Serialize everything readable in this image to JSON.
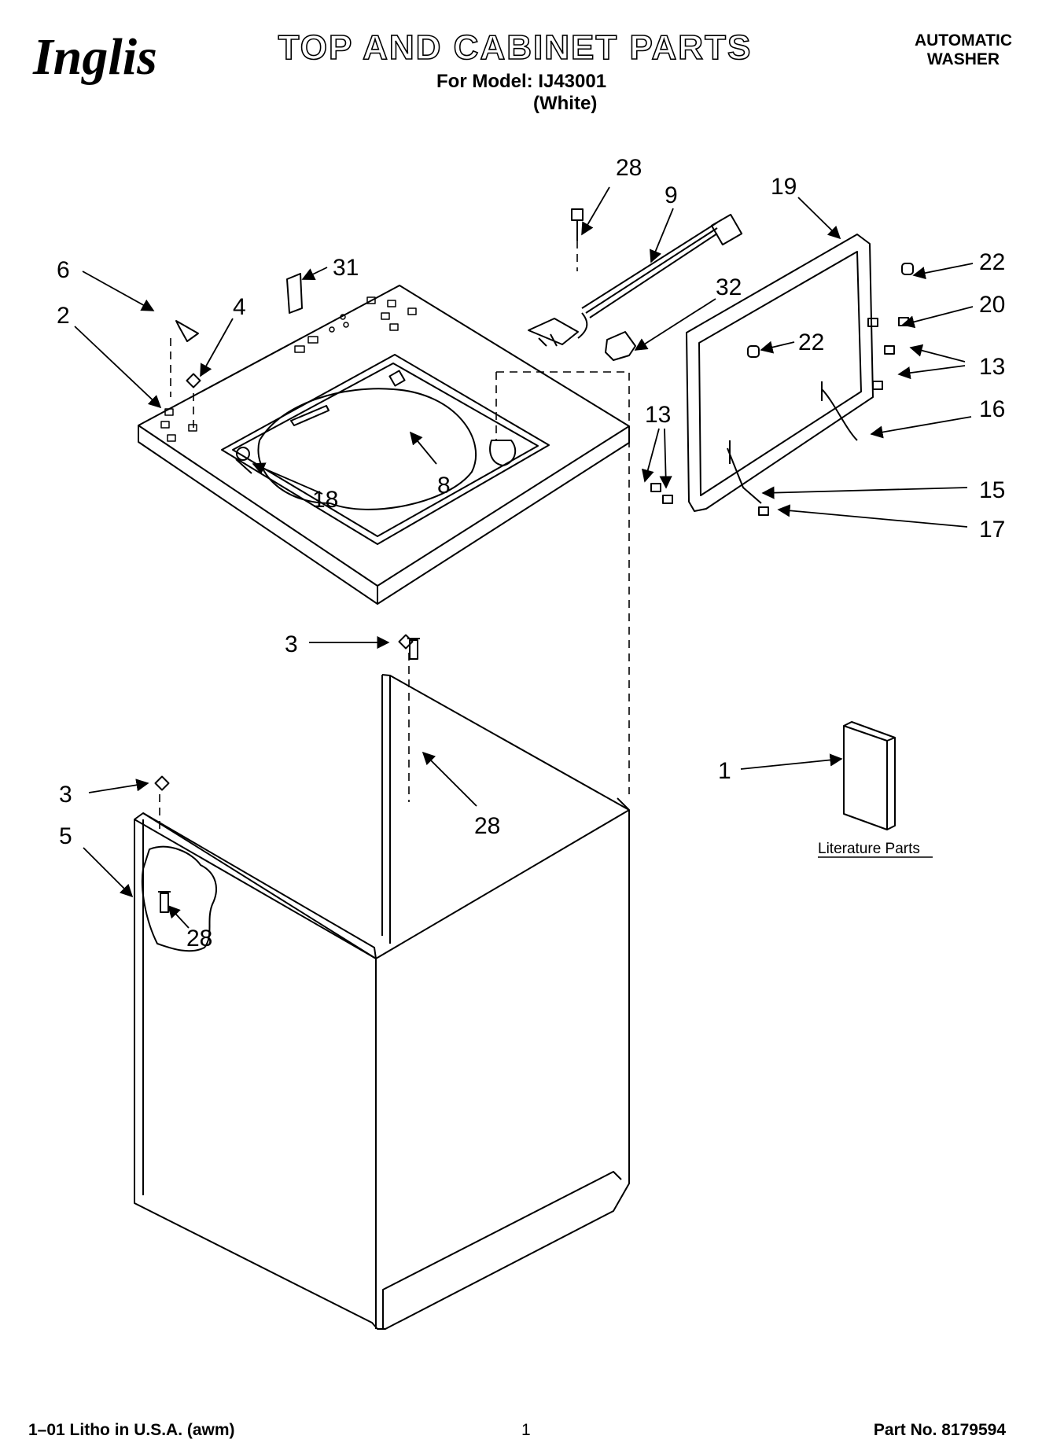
{
  "header": {
    "brand": "Inglis",
    "title": "TOP AND CABINET PARTS",
    "model_line": "For Model: IJ43001",
    "color_line": "(White)",
    "product_line1": "AUTOMATIC",
    "product_line2": "WASHER"
  },
  "callouts": {
    "c28_top": "28",
    "c9": "9",
    "c19": "19",
    "c22_right": "22",
    "c20": "20",
    "c13_right": "13",
    "c16": "16",
    "c15": "15",
    "c17": "17",
    "c13_left": "13",
    "c22_mid": "22",
    "c32": "32",
    "c31": "31",
    "c6": "6",
    "c4": "4",
    "c2": "2",
    "c18": "18",
    "c8": "8",
    "c3_top": "3",
    "c28_mid": "28",
    "c3_left": "3",
    "c5": "5",
    "c28_low": "28",
    "c1": "1"
  },
  "literature_label": "Literature Parts",
  "footer": {
    "left": "1–01 Litho in U.S.A. (awm)",
    "page": "1",
    "part_no": "Part No. 8179594"
  }
}
